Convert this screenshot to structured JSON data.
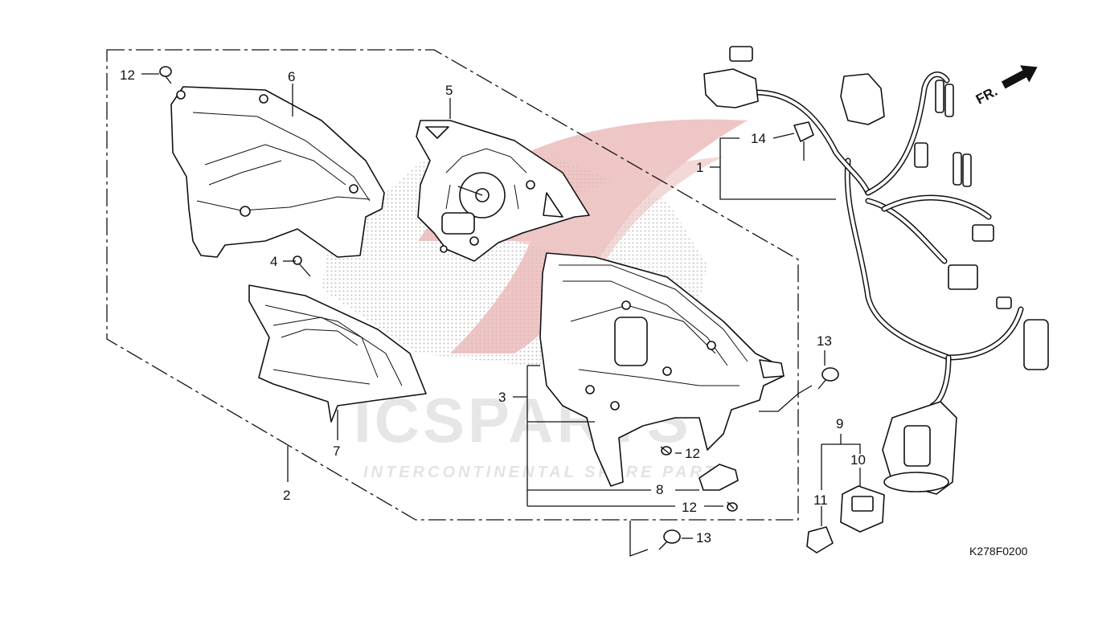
{
  "diagram_code": "K278F0200",
  "direction_label": "FR.",
  "watermark": {
    "brand": "ICSPARTS",
    "tagline": "INTERCONTINENTAL SPARE PARTS"
  },
  "callouts": {
    "c1": "1",
    "c2": "2",
    "c3": "3",
    "c4": "4",
    "c5": "5",
    "c6": "6",
    "c7": "7",
    "c8": "8",
    "c9": "9",
    "c10": "10",
    "c11": "11",
    "c12a": "12",
    "c12b": "12",
    "c12c": "12",
    "c13a": "13",
    "c13b": "13",
    "c14": "14"
  },
  "colors": {
    "ink": "#111111",
    "watermark_red": "#e8b3b3",
    "watermark_gray": "#e6e6e6"
  }
}
